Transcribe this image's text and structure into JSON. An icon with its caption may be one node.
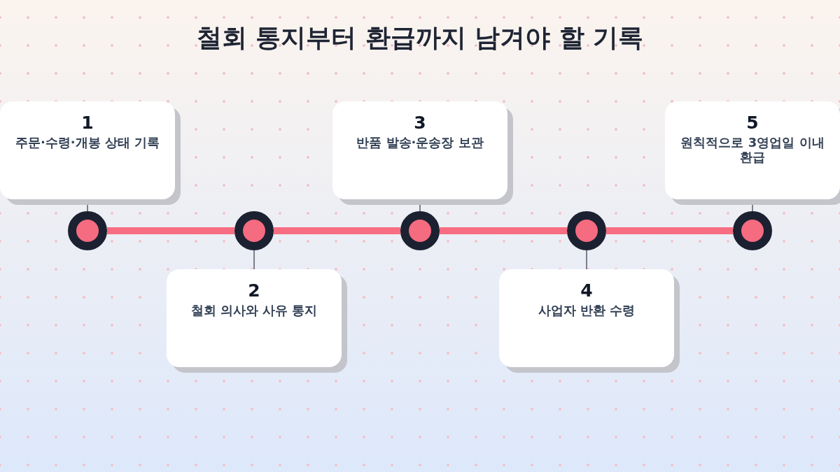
{
  "diagram": {
    "title": "철회 통지부터 환급까지 남겨야 할 기록",
    "nodes": [
      {
        "text": [
          "1",
          "주문·수령·개봉 상태 기록"
        ]
      },
      {
        "text": [
          "2",
          "철회 의사와 사유 통지"
        ]
      },
      {
        "text": [
          "3",
          "반품 발송·운송장 보관"
        ]
      },
      {
        "text": [
          "4",
          "사업자 반환 수령"
        ]
      },
      {
        "text": [
          "5",
          "원칙적으로 3영업일 이내 환급"
        ]
      },
      {
        "text": [],
        "shape": "circle"
      },
      {
        "text": [],
        "shape": "circle"
      },
      {
        "text": [],
        "shape": "circle"
      },
      {
        "text": [],
        "shape": "circle"
      },
      {
        "text": [],
        "shape": "circle"
      }
    ],
    "edges": [
      {
        "from": 5,
        "to": 6,
        "arrow": "none",
        "style": "thick",
        "color": "#f76d82"
      },
      {
        "from": 6,
        "to": 7,
        "arrow": "none",
        "style": "thick",
        "color": "#f76d82"
      },
      {
        "from": 7,
        "to": 8,
        "arrow": "none",
        "style": "thick",
        "color": "#f76d82"
      },
      {
        "from": 8,
        "to": 9,
        "arrow": "none",
        "style": "thick",
        "color": "#f76d82"
      },
      {
        "from": 0,
        "to": 5,
        "arrow": "none",
        "color": "#555b66"
      },
      {
        "from": 1,
        "to": 6,
        "arrow": "none",
        "color": "#555b66"
      },
      {
        "from": 2,
        "to": 7,
        "arrow": "none",
        "color": "#555b66"
      },
      {
        "from": 3,
        "to": 8,
        "arrow": "none",
        "color": "#555b66"
      },
      {
        "from": 4,
        "to": 9,
        "arrow": "none",
        "color": "#555b66"
      }
    ]
  }
}
